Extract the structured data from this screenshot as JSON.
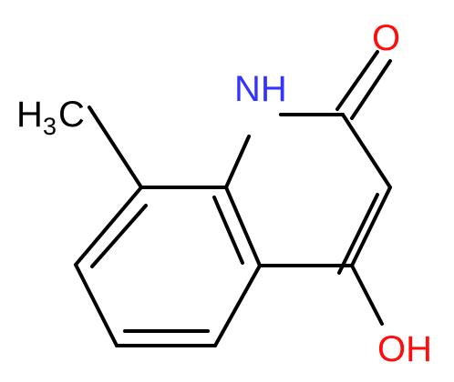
{
  "molecule": {
    "colors": {
      "bond": "#000000",
      "carbon": "#000000",
      "nitrogen": "#3333ff",
      "oxygen": "#ff0d0d",
      "background": "#ffffff"
    },
    "labels": {
      "methyl_H": "H",
      "methyl_sub": "3",
      "methyl_C": "C",
      "nh": "NH",
      "carbonyl_o": "O",
      "hydroxyl": "OH"
    }
  }
}
